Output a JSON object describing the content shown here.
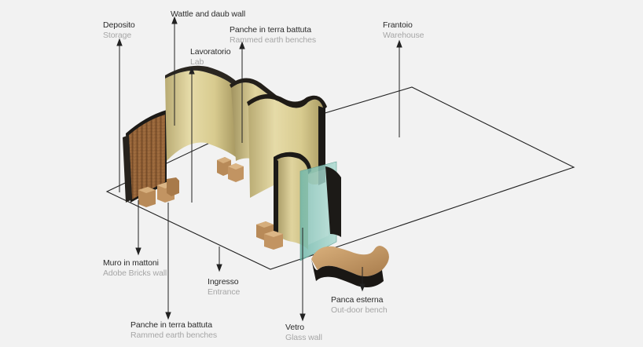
{
  "labels": {
    "deposito": {
      "it": "Deposito",
      "en": "Storage"
    },
    "wattle": {
      "it": "Wattle and daub wall",
      "en": ""
    },
    "panche_top": {
      "it": "Panche in terra battuta",
      "en": "Rammed earth benches"
    },
    "lavoratorio": {
      "it": "Lavoratorio",
      "en": "Lab"
    },
    "frantoio": {
      "it": "Frantoio",
      "en": "Warehouse"
    },
    "muro": {
      "it": "Muro in mattoni",
      "en": "Adobe Bricks wall"
    },
    "ingresso": {
      "it": "Ingresso",
      "en": "Entrance"
    },
    "panche_bot": {
      "it": "Panche in terra battuta",
      "en": "Rammed earth benches"
    },
    "vetro": {
      "it": "Vetro",
      "en": "Glass wall"
    },
    "panca": {
      "it": "Panca esterna",
      "en": "Out-door bench"
    }
  },
  "colors": {
    "background": "#f2f2f2",
    "lines": "#222222",
    "earth_light": "#e2d6a0",
    "earth_shade": "#b8aa72",
    "brick": "#9a6a3e",
    "wall_dark": "#1c1a17",
    "glass": "#8fc8bd",
    "bench": "#c69a68"
  }
}
